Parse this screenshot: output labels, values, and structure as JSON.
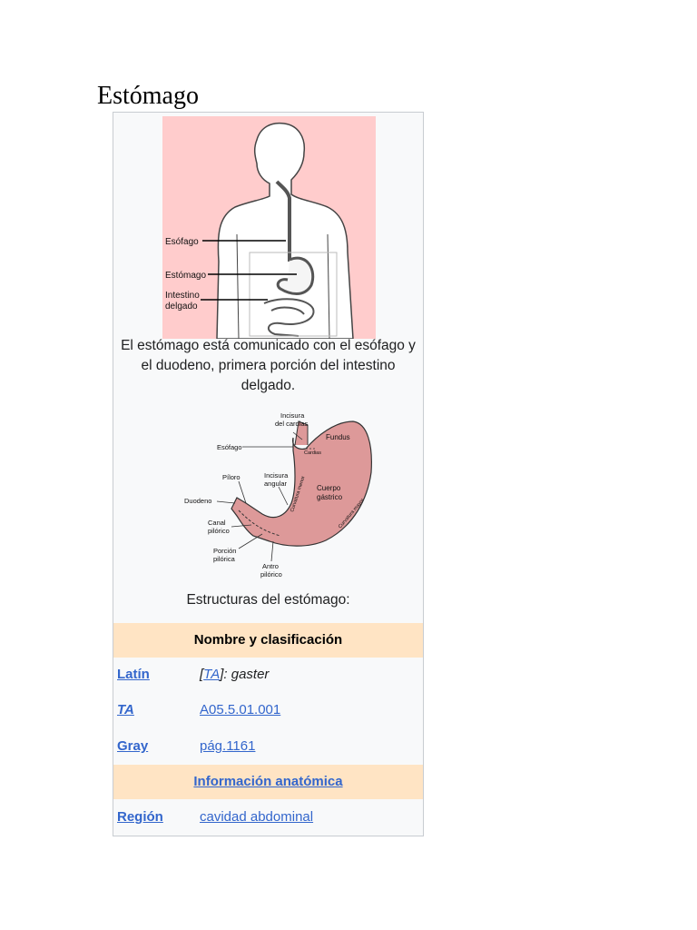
{
  "page": {
    "title": "Estómago"
  },
  "infobox": {
    "figure1": {
      "labels": {
        "esophagus": "Esófago",
        "stomach": "Estómago",
        "intestine_line1": "Intestino",
        "intestine_line2": "delgado"
      },
      "caption": "El estómago está comunicado con el esófago y el duodeno, primera porción del intestino delgado."
    },
    "figure2": {
      "labels": {
        "incisura_cardias_1": "Incisura",
        "incisura_cardias_2": "del cardias",
        "fundus": "Fundus",
        "esofago": "Esófago",
        "cardias": "Cardias",
        "piloro": "Píloro",
        "incisura_angular_1": "Incisura",
        "incisura_angular_2": "angular",
        "cuerpo_1": "Cuerpo",
        "cuerpo_2": "gástrico",
        "curvatura_menor": "Curvatura menor",
        "curvatura_mayor": "Curvatura mayor",
        "duodeno": "Duodeno",
        "canal_1": "Canal",
        "canal_2": "pilórico",
        "porcion_1": "Porción",
        "porcion_2": "pilórica",
        "antro_1": "Antro",
        "antro_2": "pilórico"
      },
      "caption": "Estructuras del estómago:"
    },
    "header_name": "Nombre y clasificación",
    "latin": {
      "label": "Latín",
      "bracket_open": "[",
      "link": "TA",
      "rest": "]: gaster"
    },
    "ta": {
      "label": "TA",
      "value": "A05.5.01.001"
    },
    "gray": {
      "label": "Gray",
      "value": "pág.1161"
    },
    "header_anatomy": "Información anatómica",
    "region": {
      "label": "Región",
      "value": "cavidad abdominal"
    },
    "colors": {
      "header_bg": "#ffe4c4",
      "link": "#3366cc",
      "figure_bg": "#ffcccc",
      "stomach_fill": "#dd9999"
    }
  }
}
